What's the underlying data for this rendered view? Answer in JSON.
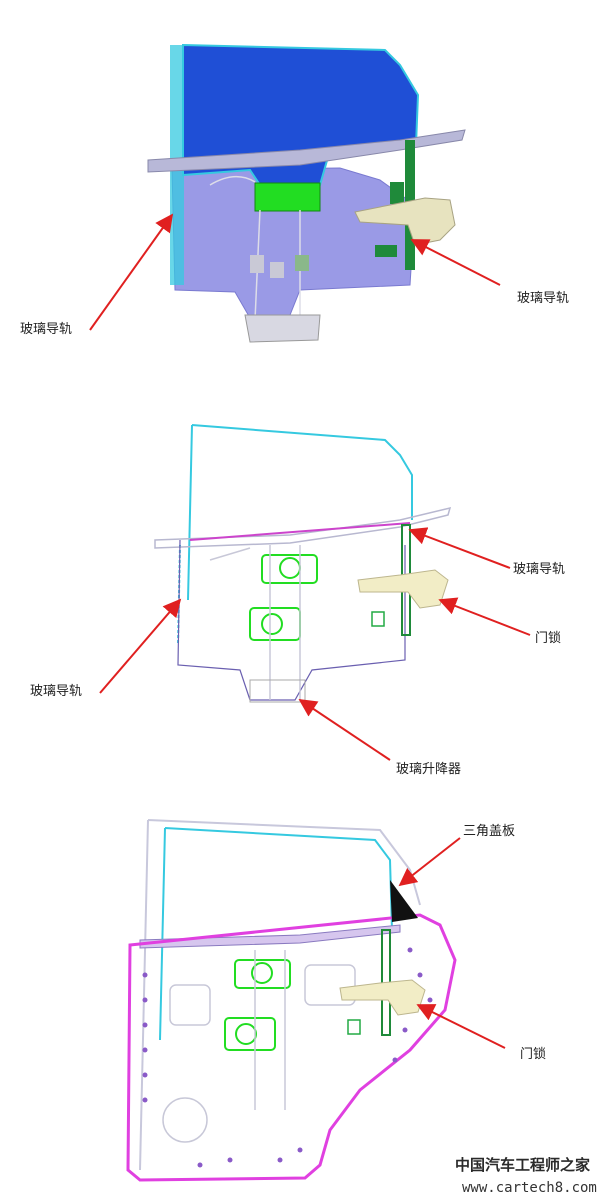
{
  "panel1": {
    "label_left": "玻璃导轨",
    "label_right": "玻璃导轨"
  },
  "panel2": {
    "label_rail_right": "玻璃导轨",
    "label_lock": "门锁",
    "label_rail_left": "玻璃导轨",
    "label_regulator": "玻璃升降器"
  },
  "panel3": {
    "label_triangle": "三角盖板",
    "label_lock": "门锁"
  },
  "watermark": {
    "brand": "中国汽车工程师之家",
    "url": "www.cartech8.com"
  },
  "colors": {
    "glass_blue": "#1f4fd6",
    "door_panel_lavender": "#9a9ae6",
    "rail_cyan": "#35c9e0",
    "regulator_green": "#22dd22",
    "arrow_red": "#e02020",
    "seal_magenta": "#e040e0",
    "rail_dark_green": "#1f8a3a"
  }
}
